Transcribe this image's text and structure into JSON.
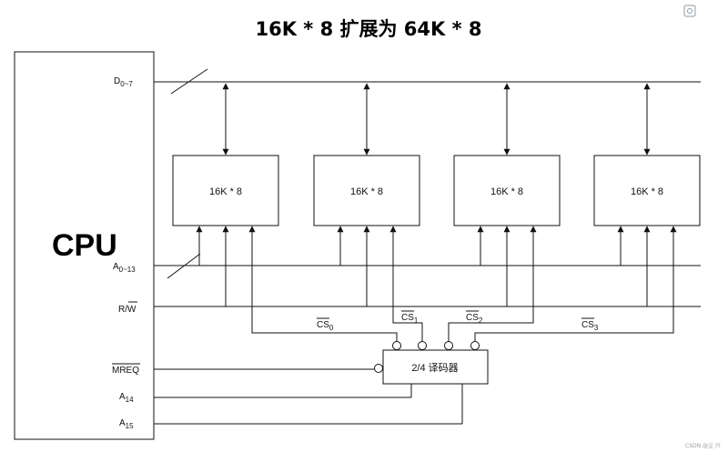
{
  "title": "16K * 8 扩展为 64K * 8",
  "cpu": {
    "label": "CPU",
    "pins": {
      "d": {
        "main": "D",
        "sub": "0~7"
      },
      "a": {
        "main": "A",
        "sub": "0~13"
      },
      "rw": {
        "pre": "R/",
        "bar": "W"
      },
      "mreq": {
        "bar": "MREQ"
      },
      "a14": {
        "main": "A",
        "sub": "14"
      },
      "a15": {
        "main": "A",
        "sub": "15"
      }
    }
  },
  "chips": [
    {
      "label": "16K * 8"
    },
    {
      "label": "16K * 8"
    },
    {
      "label": "16K * 8"
    },
    {
      "label": "16K * 8"
    }
  ],
  "decoder": {
    "label": "2/4 译码器"
  },
  "cs": [
    {
      "bar": "CS",
      "sub": "0"
    },
    {
      "bar": "CS",
      "sub": "1"
    },
    {
      "bar": "CS",
      "sub": "2"
    },
    {
      "bar": "CS",
      "sub": "3"
    }
  ],
  "watermark": "CSDN @尘 兴"
}
